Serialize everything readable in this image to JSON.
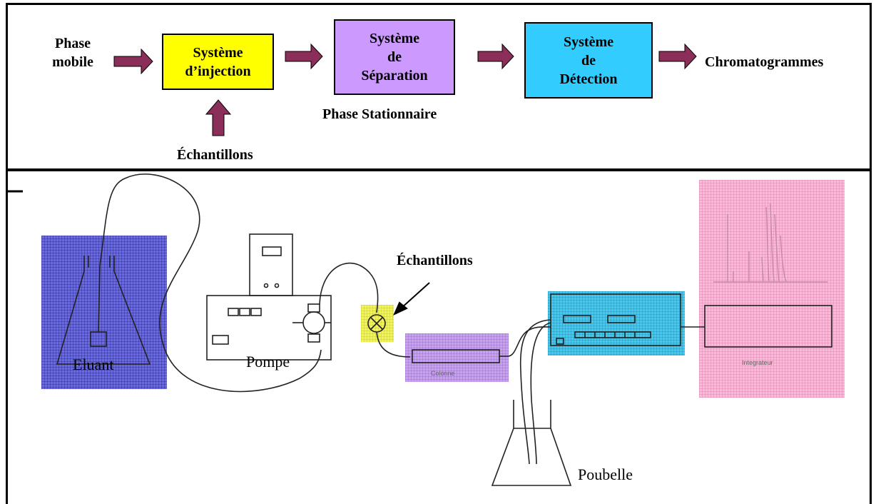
{
  "flow": {
    "phase_mobile": "Phase\nmobile",
    "injection": "Système\nd’injection",
    "separation": "Système\nde\nSéparation",
    "detection": "Système\nde\nDétection",
    "chromatogrammes": "Chromatogrammes",
    "phase_stationnaire": "Phase Stationnaire",
    "echantillons": "Échantillons"
  },
  "apparatus": {
    "eluant": "Eluant",
    "pompe": "Pompe",
    "echantillons": "Échantillons",
    "colonne": "Colonne",
    "poubelle": "Poubelle",
    "integrateur": "Integrateur"
  },
  "colors": {
    "injection": "#ffff00",
    "separation": "#cc99ff",
    "detection": "#33ccff",
    "arrow": "#8b2e5a",
    "eluant_highlight": "#6a6ae6",
    "integrateur_highlight": "#f7bcd9"
  }
}
